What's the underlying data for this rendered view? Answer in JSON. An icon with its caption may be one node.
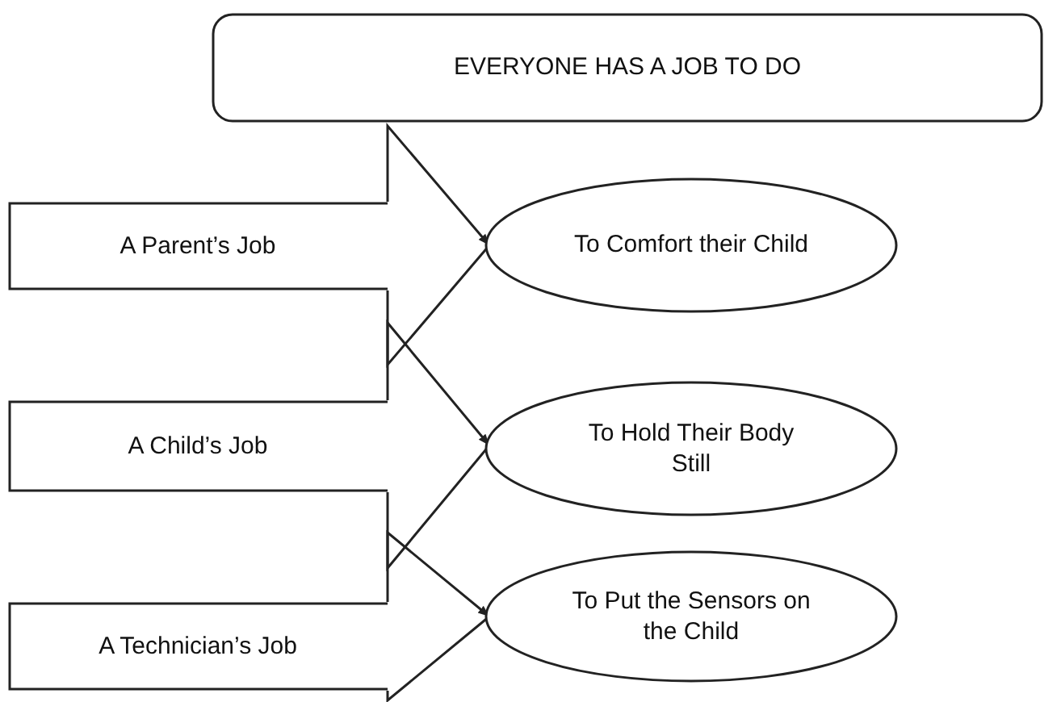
{
  "diagram": {
    "nodes": [
      {
        "text": [
          "EVERYONE HAS A JOB TO DO"
        ]
      },
      {
        "text": [
          "A Parent’s Job"
        ]
      },
      {
        "text": [
          "To Comfort their Child"
        ]
      },
      {
        "text": [
          "A Child’s Job"
        ]
      },
      {
        "text": [
          "To Hold Their Body Still"
        ]
      },
      {
        "text": [
          "A Technician’s Job"
        ]
      },
      {
        "text": [
          "To Put the Sensors on the Child"
        ]
      }
    ],
    "edges": [
      {
        "from": 1,
        "to": 2,
        "arrow": "to"
      },
      {
        "from": 3,
        "to": 4,
        "arrow": "to"
      },
      {
        "from": 5,
        "to": 6,
        "arrow": "to"
      }
    ]
  }
}
